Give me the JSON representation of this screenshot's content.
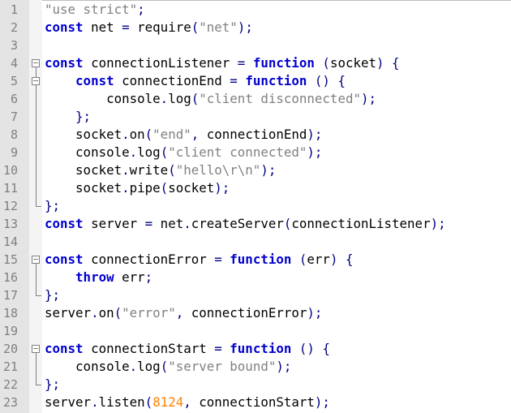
{
  "editor": {
    "lines": [
      {
        "number": "1",
        "fold": "none",
        "tokens": [
          {
            "t": "string",
            "v": "\"use strict\""
          },
          {
            "t": "punc",
            "v": ";"
          }
        ]
      },
      {
        "number": "2",
        "fold": "none",
        "tokens": [
          {
            "t": "keyword",
            "v": "const"
          },
          {
            "t": "ident",
            "v": " net "
          },
          {
            "t": "op",
            "v": "="
          },
          {
            "t": "ident",
            "v": " require"
          },
          {
            "t": "punc",
            "v": "("
          },
          {
            "t": "string",
            "v": "\"net\""
          },
          {
            "t": "punc",
            "v": ");"
          }
        ]
      },
      {
        "number": "3",
        "fold": "none",
        "tokens": []
      },
      {
        "number": "4",
        "fold": "start",
        "tokens": [
          {
            "t": "keyword",
            "v": "const"
          },
          {
            "t": "ident",
            "v": " connectionListener "
          },
          {
            "t": "op",
            "v": "="
          },
          {
            "t": "ident",
            "v": " "
          },
          {
            "t": "keyword",
            "v": "function"
          },
          {
            "t": "ident",
            "v": " "
          },
          {
            "t": "punc",
            "v": "("
          },
          {
            "t": "ident",
            "v": "socket"
          },
          {
            "t": "punc",
            "v": ")"
          },
          {
            "t": "ident",
            "v": " "
          },
          {
            "t": "punc",
            "v": "{"
          }
        ]
      },
      {
        "number": "5",
        "fold": "start-nested",
        "tokens": [
          {
            "t": "ident",
            "v": "    "
          },
          {
            "t": "keyword",
            "v": "const"
          },
          {
            "t": "ident",
            "v": " connectionEnd "
          },
          {
            "t": "op",
            "v": "="
          },
          {
            "t": "ident",
            "v": " "
          },
          {
            "t": "keyword",
            "v": "function"
          },
          {
            "t": "ident",
            "v": " "
          },
          {
            "t": "punc",
            "v": "()"
          },
          {
            "t": "ident",
            "v": " "
          },
          {
            "t": "punc",
            "v": "{"
          }
        ]
      },
      {
        "number": "6",
        "fold": "mid",
        "tokens": [
          {
            "t": "ident",
            "v": "        console"
          },
          {
            "t": "punc",
            "v": "."
          },
          {
            "t": "ident",
            "v": "log"
          },
          {
            "t": "punc",
            "v": "("
          },
          {
            "t": "string",
            "v": "\"client disconnected\""
          },
          {
            "t": "punc",
            "v": ");"
          }
        ]
      },
      {
        "number": "7",
        "fold": "mid",
        "tokens": [
          {
            "t": "ident",
            "v": "    "
          },
          {
            "t": "punc",
            "v": "};"
          }
        ]
      },
      {
        "number": "8",
        "fold": "mid",
        "tokens": [
          {
            "t": "ident",
            "v": "    socket"
          },
          {
            "t": "punc",
            "v": "."
          },
          {
            "t": "ident",
            "v": "on"
          },
          {
            "t": "punc",
            "v": "("
          },
          {
            "t": "string",
            "v": "\"end\""
          },
          {
            "t": "punc",
            "v": ","
          },
          {
            "t": "ident",
            "v": " connectionEnd"
          },
          {
            "t": "punc",
            "v": ");"
          }
        ]
      },
      {
        "number": "9",
        "fold": "mid",
        "tokens": [
          {
            "t": "ident",
            "v": "    console"
          },
          {
            "t": "punc",
            "v": "."
          },
          {
            "t": "ident",
            "v": "log"
          },
          {
            "t": "punc",
            "v": "("
          },
          {
            "t": "string",
            "v": "\"client connected\""
          },
          {
            "t": "punc",
            "v": ");"
          }
        ]
      },
      {
        "number": "10",
        "fold": "mid",
        "tokens": [
          {
            "t": "ident",
            "v": "    socket"
          },
          {
            "t": "punc",
            "v": "."
          },
          {
            "t": "ident",
            "v": "write"
          },
          {
            "t": "punc",
            "v": "("
          },
          {
            "t": "string",
            "v": "\"hello\\r\\n\""
          },
          {
            "t": "punc",
            "v": ");"
          }
        ]
      },
      {
        "number": "11",
        "fold": "mid",
        "tokens": [
          {
            "t": "ident",
            "v": "    socket"
          },
          {
            "t": "punc",
            "v": "."
          },
          {
            "t": "ident",
            "v": "pipe"
          },
          {
            "t": "punc",
            "v": "("
          },
          {
            "t": "ident",
            "v": "socket"
          },
          {
            "t": "punc",
            "v": ");"
          }
        ]
      },
      {
        "number": "12",
        "fold": "end",
        "tokens": [
          {
            "t": "punc",
            "v": "};"
          }
        ]
      },
      {
        "number": "13",
        "fold": "none",
        "tokens": [
          {
            "t": "keyword",
            "v": "const"
          },
          {
            "t": "ident",
            "v": " server "
          },
          {
            "t": "op",
            "v": "="
          },
          {
            "t": "ident",
            "v": " net"
          },
          {
            "t": "punc",
            "v": "."
          },
          {
            "t": "ident",
            "v": "createServer"
          },
          {
            "t": "punc",
            "v": "("
          },
          {
            "t": "ident",
            "v": "connectionListener"
          },
          {
            "t": "punc",
            "v": ");"
          }
        ]
      },
      {
        "number": "14",
        "fold": "none",
        "tokens": []
      },
      {
        "number": "15",
        "fold": "start",
        "tokens": [
          {
            "t": "keyword",
            "v": "const"
          },
          {
            "t": "ident",
            "v": " connectionError "
          },
          {
            "t": "op",
            "v": "="
          },
          {
            "t": "ident",
            "v": " "
          },
          {
            "t": "keyword",
            "v": "function"
          },
          {
            "t": "ident",
            "v": " "
          },
          {
            "t": "punc",
            "v": "("
          },
          {
            "t": "ident",
            "v": "err"
          },
          {
            "t": "punc",
            "v": ")"
          },
          {
            "t": "ident",
            "v": " "
          },
          {
            "t": "punc",
            "v": "{"
          }
        ]
      },
      {
        "number": "16",
        "fold": "mid",
        "tokens": [
          {
            "t": "ident",
            "v": "    "
          },
          {
            "t": "keyword",
            "v": "throw"
          },
          {
            "t": "ident",
            "v": " err"
          },
          {
            "t": "punc",
            "v": ";"
          }
        ]
      },
      {
        "number": "17",
        "fold": "end",
        "tokens": [
          {
            "t": "punc",
            "v": "};"
          }
        ]
      },
      {
        "number": "18",
        "fold": "none",
        "tokens": [
          {
            "t": "ident",
            "v": "server"
          },
          {
            "t": "punc",
            "v": "."
          },
          {
            "t": "ident",
            "v": "on"
          },
          {
            "t": "punc",
            "v": "("
          },
          {
            "t": "string",
            "v": "\"error\""
          },
          {
            "t": "punc",
            "v": ","
          },
          {
            "t": "ident",
            "v": " connectionError"
          },
          {
            "t": "punc",
            "v": ");"
          }
        ]
      },
      {
        "number": "19",
        "fold": "none",
        "tokens": []
      },
      {
        "number": "20",
        "fold": "start",
        "tokens": [
          {
            "t": "keyword",
            "v": "const"
          },
          {
            "t": "ident",
            "v": " connectionStart "
          },
          {
            "t": "op",
            "v": "="
          },
          {
            "t": "ident",
            "v": " "
          },
          {
            "t": "keyword",
            "v": "function"
          },
          {
            "t": "ident",
            "v": " "
          },
          {
            "t": "punc",
            "v": "()"
          },
          {
            "t": "ident",
            "v": " "
          },
          {
            "t": "punc",
            "v": "{"
          }
        ]
      },
      {
        "number": "21",
        "fold": "mid",
        "tokens": [
          {
            "t": "ident",
            "v": "    console"
          },
          {
            "t": "punc",
            "v": "."
          },
          {
            "t": "ident",
            "v": "log"
          },
          {
            "t": "punc",
            "v": "("
          },
          {
            "t": "string",
            "v": "\"server bound\""
          },
          {
            "t": "punc",
            "v": ");"
          }
        ]
      },
      {
        "number": "22",
        "fold": "end",
        "tokens": [
          {
            "t": "punc",
            "v": "};"
          }
        ]
      },
      {
        "number": "23",
        "fold": "none",
        "tokens": [
          {
            "t": "ident",
            "v": "server"
          },
          {
            "t": "punc",
            "v": "."
          },
          {
            "t": "ident",
            "v": "listen"
          },
          {
            "t": "punc",
            "v": "("
          },
          {
            "t": "number",
            "v": "8124"
          },
          {
            "t": "punc",
            "v": ","
          },
          {
            "t": "ident",
            "v": " connectionStart"
          },
          {
            "t": "punc",
            "v": ");"
          }
        ]
      }
    ]
  },
  "colors": {
    "keyword": "#0000cc",
    "string": "#808080",
    "number": "#ff8000",
    "punctuation": "#000080",
    "gutter_background": "#e4e4e4",
    "line_number": "#808080",
    "fold_marker": "#808080"
  },
  "icons": {
    "fold_start": "fold-collapse-icon",
    "fold_end": "fold-end-marker-icon"
  }
}
